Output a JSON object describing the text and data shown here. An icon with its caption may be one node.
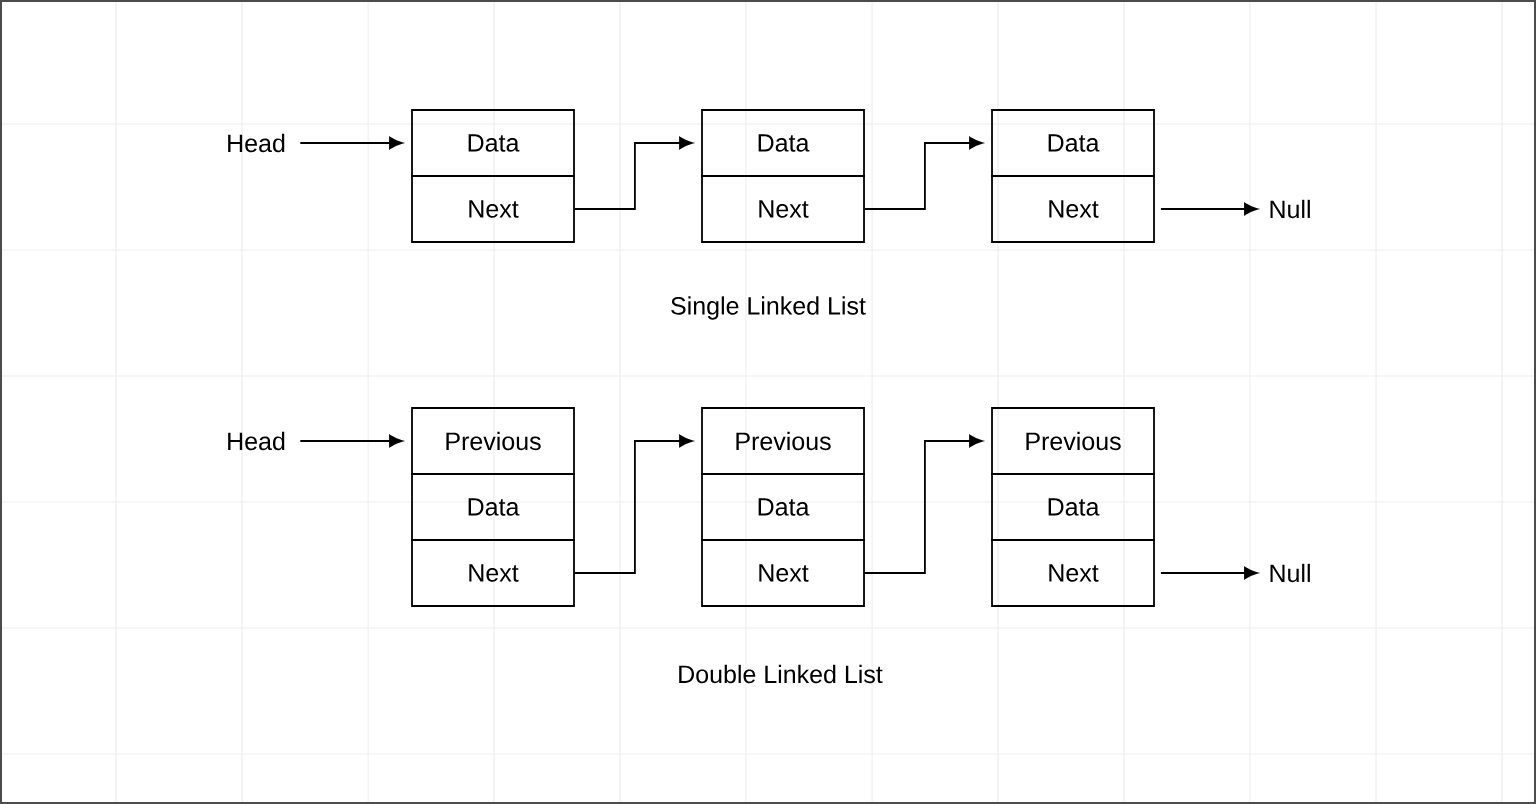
{
  "diagram": {
    "nodes": [
      {
        "text": [
          "Head"
        ]
      },
      {
        "text": [
          "Data"
        ]
      },
      {
        "text": [
          "Next"
        ]
      },
      {
        "text": [
          "Data"
        ]
      },
      {
        "text": [
          "Next"
        ]
      },
      {
        "text": [
          "Data"
        ]
      },
      {
        "text": [
          "Next"
        ]
      },
      {
        "text": [
          "Null"
        ]
      },
      {
        "text": [
          "Head"
        ]
      },
      {
        "text": [
          "Previous"
        ]
      },
      {
        "text": [
          "Data"
        ]
      },
      {
        "text": [
          "Next"
        ]
      },
      {
        "text": [
          "Previous"
        ]
      },
      {
        "text": [
          "Data"
        ]
      },
      {
        "text": [
          "Next"
        ]
      },
      {
        "text": [
          "Previous"
        ]
      },
      {
        "text": [
          "Data"
        ]
      },
      {
        "text": [
          "Next"
        ]
      },
      {
        "text": [
          "Null"
        ]
      }
    ],
    "edges": [
      {
        "from": 0,
        "to": 1,
        "arrow": "to"
      },
      {
        "from": 2,
        "to": 3,
        "arrow": "to"
      },
      {
        "from": 4,
        "to": 5,
        "arrow": "to"
      },
      {
        "from": 6,
        "to": 7,
        "arrow": "to"
      },
      {
        "from": 8,
        "to": 9,
        "arrow": "to"
      },
      {
        "from": 11,
        "to": 12,
        "arrow": "to"
      },
      {
        "from": 14,
        "to": 15,
        "arrow": "to"
      },
      {
        "from": 17,
        "to": 18,
        "arrow": "to"
      }
    ],
    "labels": [
      "Single Linked List",
      "Double Linked List"
    ]
  }
}
